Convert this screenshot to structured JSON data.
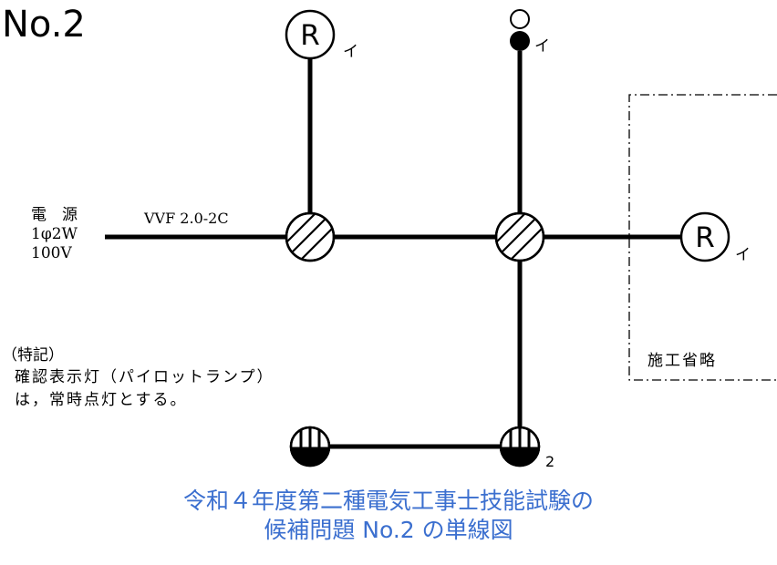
{
  "header": {
    "problem_number": "No.2"
  },
  "power_source": {
    "line1": "電　源",
    "line2": "1φ2W",
    "line3": "100V"
  },
  "cable": {
    "label": "VVF 2.0-2C"
  },
  "lamps": {
    "top_left": {
      "symbol": "R",
      "switch_ref": "イ"
    },
    "right": {
      "symbol": "R",
      "switch_ref": "イ"
    }
  },
  "switch": {
    "switch_ref": "イ"
  },
  "outlets": {
    "right_ref": "2"
  },
  "note": {
    "heading": "（特記）",
    "body": "確認表示灯（パイロットランプ）は，常時点灯とする。"
  },
  "omitted_area": {
    "label": "施工省略"
  },
  "caption": {
    "line1": "令和４年度第二種電気工事士技能試験の",
    "line2": "候補問題 No.2 の単線図"
  }
}
